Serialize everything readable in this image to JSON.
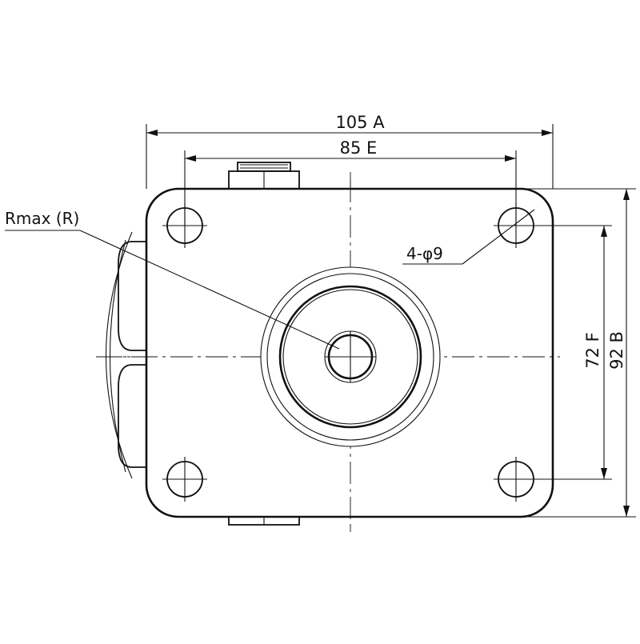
{
  "dimensions": {
    "overall_width": "105 A",
    "hole_spacing_width": "85 E",
    "hole_spacing_height": "72 F",
    "overall_height": "92 B",
    "swivel_radius": "Rmax (R)",
    "mount_holes": "4-φ9"
  },
  "colors": {
    "line": "#111111",
    "background": "#ffffff"
  }
}
